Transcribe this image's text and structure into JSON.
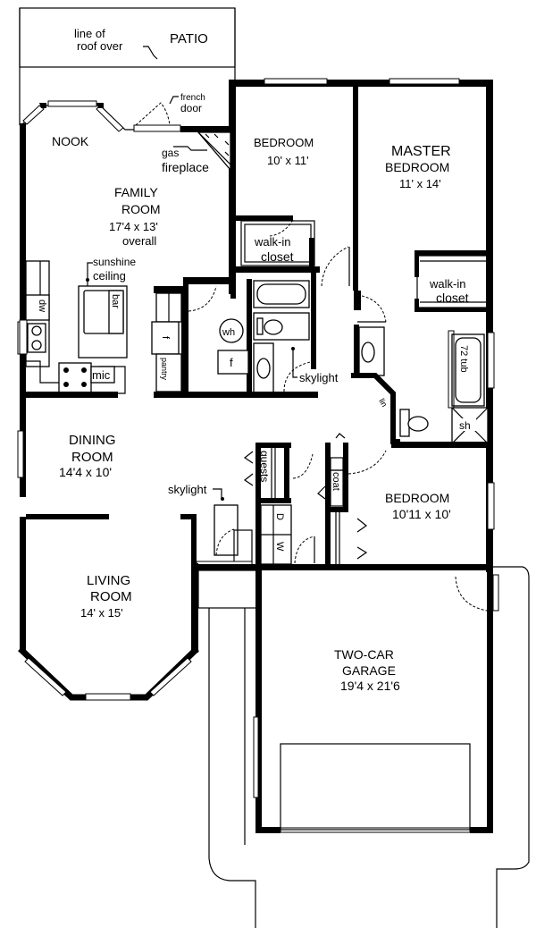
{
  "plan": {
    "exterior": {
      "patio_label": "PATIO",
      "roof_note_line1": "line of",
      "roof_note_line2": "roof over"
    },
    "rooms": {
      "nook": {
        "name": "NOOK"
      },
      "family_room": {
        "name_line1": "FAMILY",
        "name_line2": "ROOM",
        "size": "17'4 x 13'",
        "note": "overall"
      },
      "bedroom_2": {
        "name": "BEDROOM",
        "size": "10' x 11'"
      },
      "master_bedroom": {
        "name_line1": "MASTER",
        "name_line2": "BEDROOM",
        "size": "11' x 14'"
      },
      "dining_room": {
        "name_line1": "DINING",
        "name_line2": "ROOM",
        "size": "14'4 x 10'"
      },
      "living_room": {
        "name_line1": "LIVING",
        "name_line2": "ROOM",
        "size": "14' x 15'"
      },
      "bedroom_3": {
        "name": "BEDROOM",
        "size": "10'11 x 10'"
      },
      "garage": {
        "name_line1": "TWO-CAR",
        "name_line2": "GARAGE",
        "size": "19'4 x 21'6"
      }
    },
    "annotations": {
      "french_door_line1": "french",
      "french_door_line2": "door",
      "fireplace_line1": "gas",
      "fireplace_line2": "fireplace",
      "walk_in_closet_line1": "walk-in",
      "walk_in_closet_line2": "closet",
      "master_closet_line1": "walk-in",
      "master_closet_line2": "closet",
      "sunshine_line1": "sunshine",
      "sunshine_line2": "ceiling",
      "bar": "bar",
      "dishwasher": "dw",
      "microwave": "mic",
      "fridge": "f",
      "pantry": "pantry",
      "water_heater": "wh",
      "furnace": "f",
      "skylight_hall": "skylight",
      "skylight_entry": "skylight",
      "tub_72": "72 tub",
      "shower": "sh",
      "guests": "guests",
      "coat": "coat",
      "dryer": "D",
      "washer": "W"
    }
  }
}
